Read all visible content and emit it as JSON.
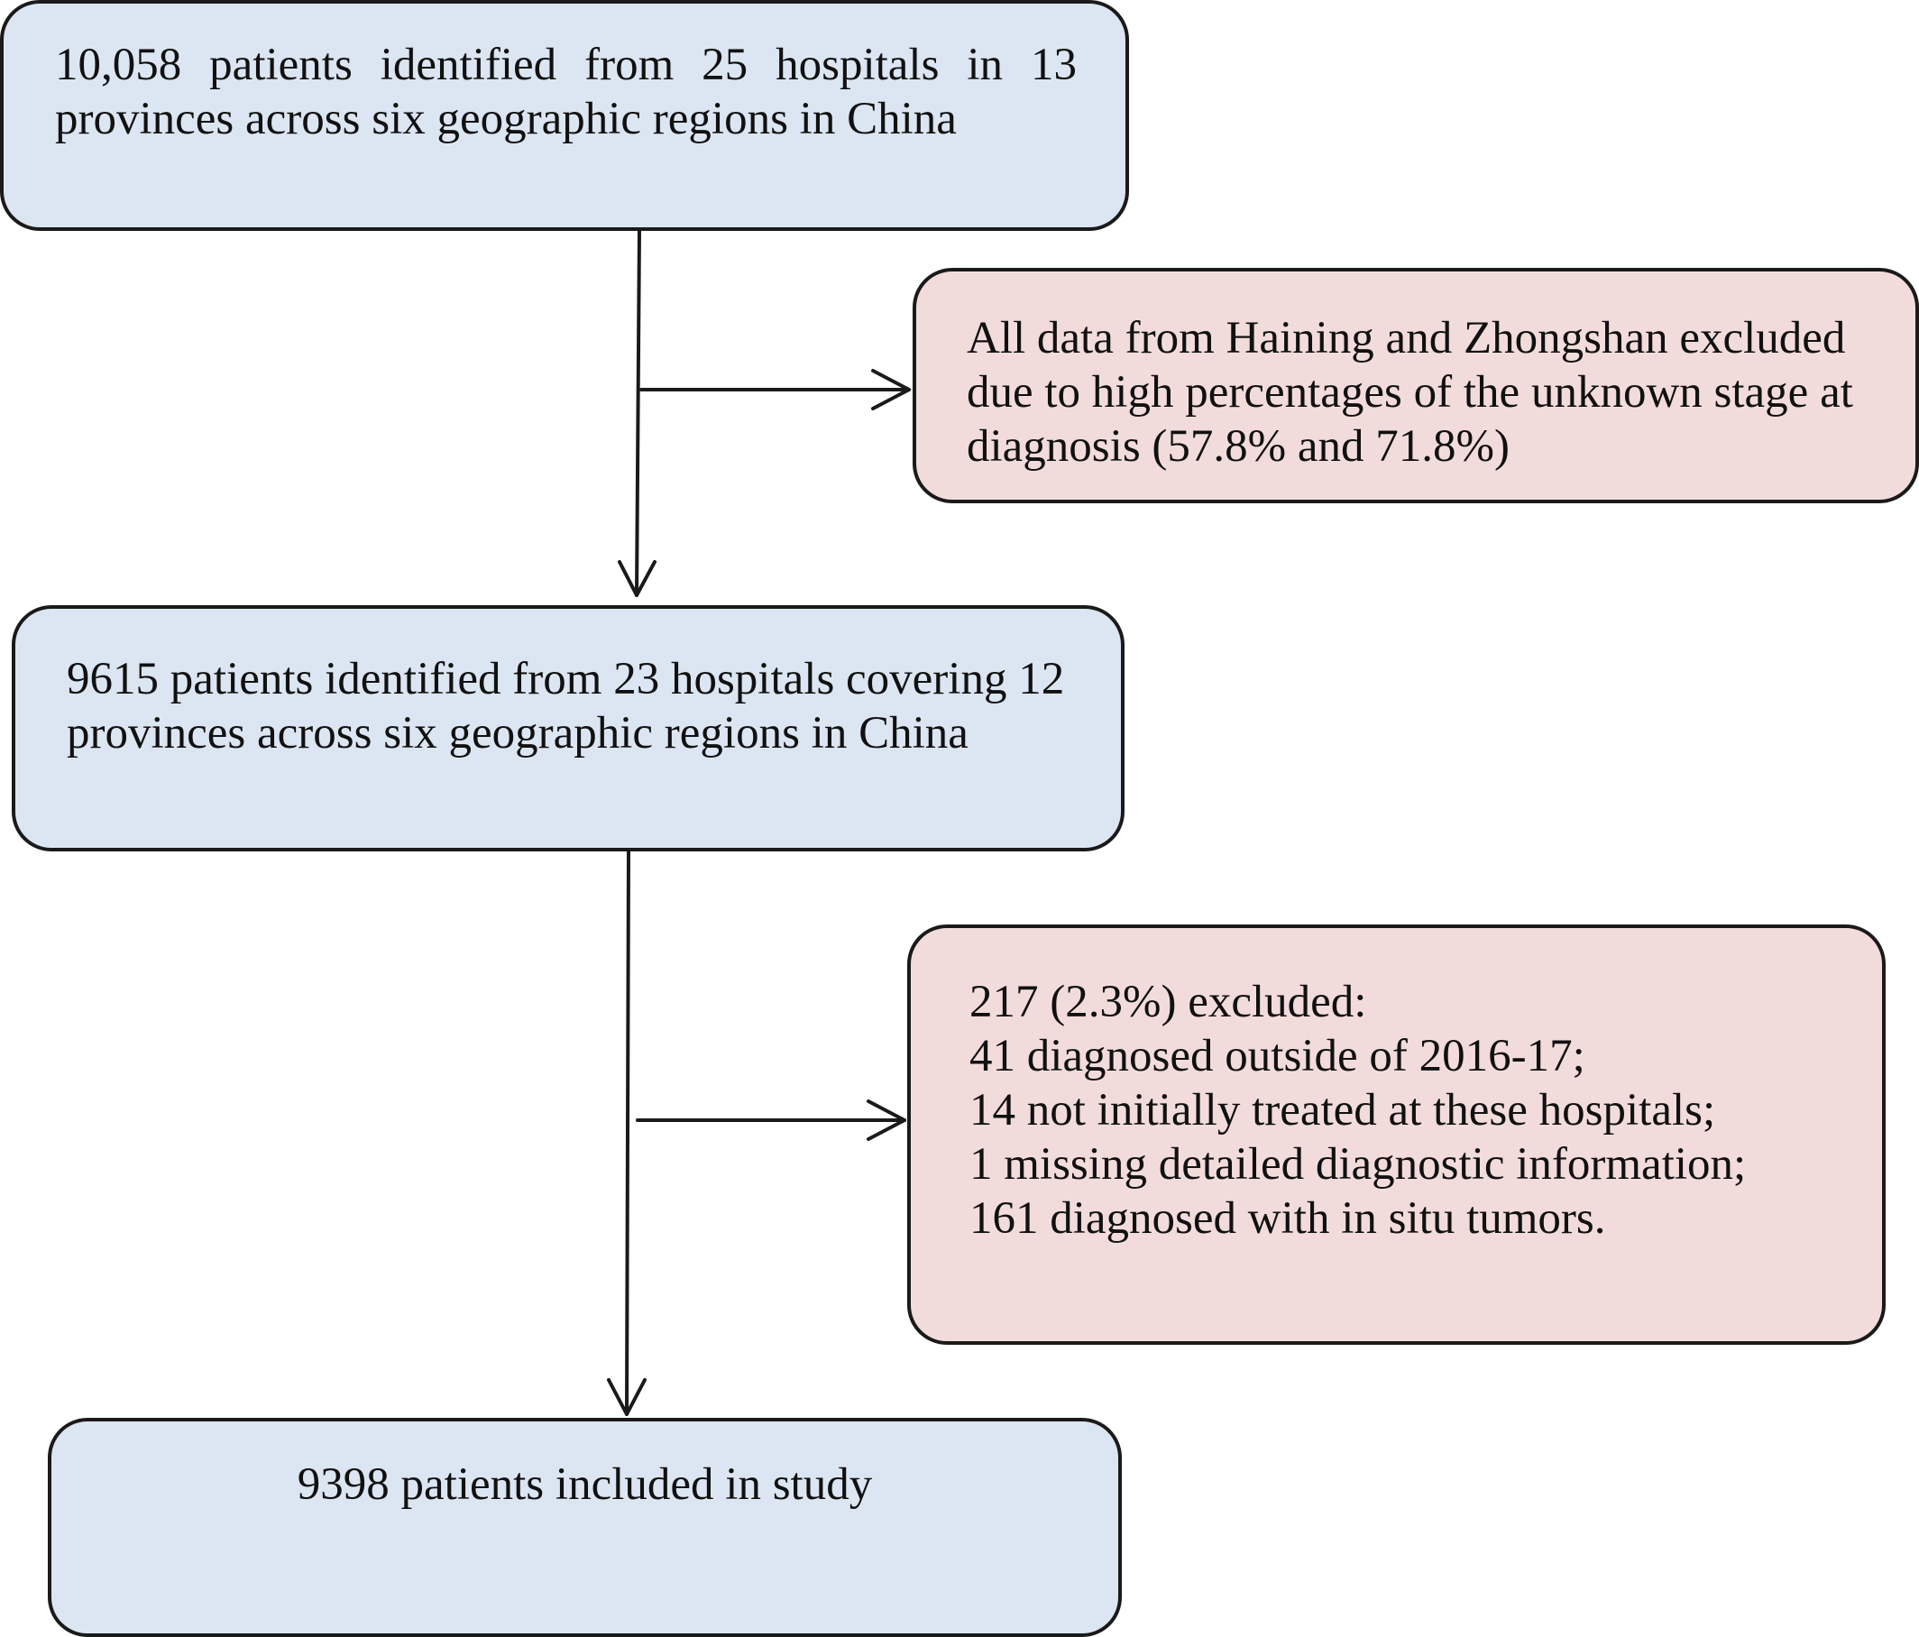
{
  "flowchart": {
    "start": {
      "lines": [
        "10,058 patients identified from 25 hospitals in 13",
        "provinces across six geographic regions in China"
      ]
    },
    "exclusion_1": {
      "lines": [
        "All data from Haining and Zhongshan excluded",
        "due to high percentages of the unknown stage at",
        "diagnosis (57.8% and 71.8%)"
      ]
    },
    "middle": {
      "lines": [
        "9615 patients identified from 23 hospitals covering 12",
        "provinces across six geographic regions in China"
      ]
    },
    "exclusion_2": {
      "lines": [
        "217 (2.3%) excluded:",
        "41 diagnosed outside of 2016-17;",
        "14 not initially treated at these hospitals;",
        "1 missing detailed diagnostic information;",
        "161 diagnosed with in situ tumors."
      ]
    },
    "end": {
      "lines": [
        "9398 patients included in study"
      ]
    }
  },
  "colors": {
    "primary_box": "#dce6f2",
    "exclusion_box": "#f2dcdb",
    "stroke": "#1a1a1a"
  }
}
